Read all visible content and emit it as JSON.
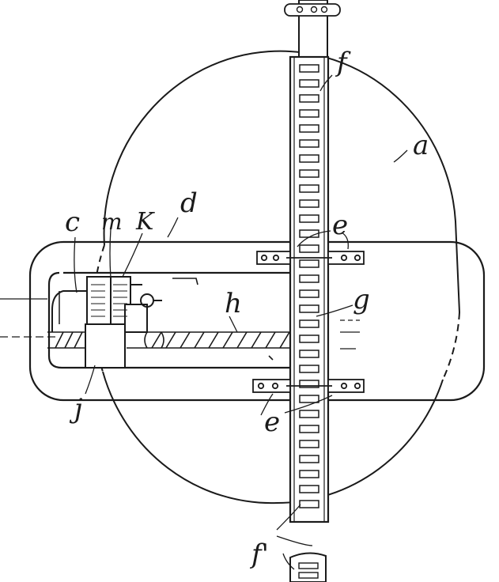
{
  "figure": {
    "labels": {
      "a": "a",
      "c": "c",
      "d": "d",
      "m": "m",
      "k": "K",
      "e_top": "e",
      "e_bottom": "e",
      "f_top": "f",
      "f_bottom": "f'",
      "g": "g",
      "h": "h",
      "j": "j"
    },
    "colors": {
      "ink": "#1a1a1a",
      "paper": "#ffffff"
    }
  }
}
